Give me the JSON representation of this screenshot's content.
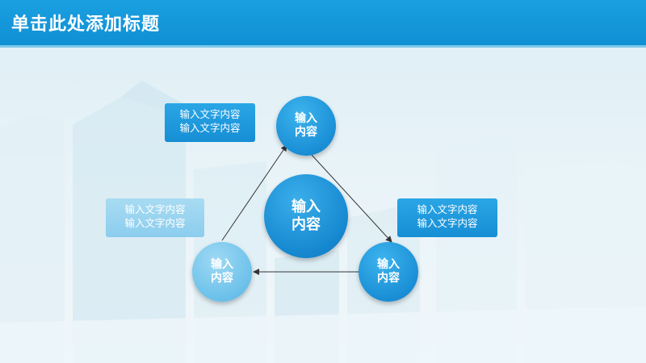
{
  "header": {
    "title": "单击此处添加标题"
  },
  "colors": {
    "header_bg": "#1199d8",
    "circle_dark": "#1a8fd6",
    "circle_light": "#6cc1ea",
    "box_dark": "#1e98db",
    "box_light": "#96d2f0"
  },
  "diagram": {
    "center": {
      "label": "输入\n内容"
    },
    "nodes": [
      {
        "id": "top",
        "label": "输入\n内容"
      },
      {
        "id": "bottom-right",
        "label": "输入\n内容"
      },
      {
        "id": "bottom-left",
        "label": "输入\n内容"
      }
    ],
    "notes": [
      {
        "id": "top-left",
        "text": "输入文字内容\n输入文字内容"
      },
      {
        "id": "left",
        "text": "输入文字内容\n输入文字内容"
      },
      {
        "id": "right",
        "text": "输入文字内容\n输入文字内容"
      }
    ]
  }
}
